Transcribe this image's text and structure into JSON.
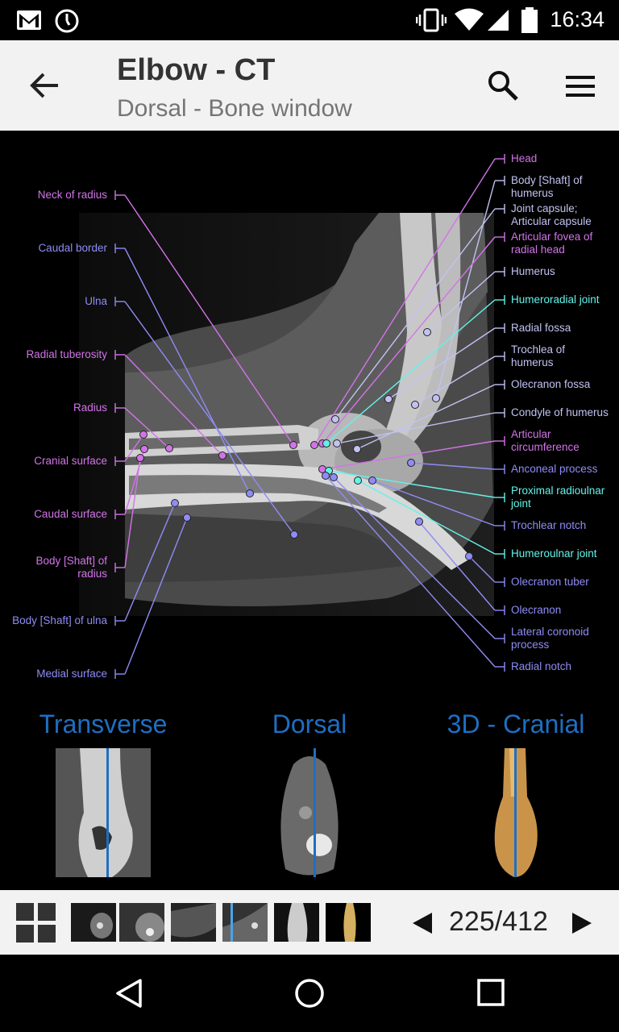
{
  "status_bar": {
    "time": "16:34",
    "icons": [
      "gmail-icon",
      "clock-icon",
      "vibrate-icon",
      "wifi-icon",
      "signal-icon",
      "battery-icon"
    ]
  },
  "header": {
    "title": "Elbow - CT",
    "subtitle": "Dorsal - Bone window",
    "back_icon": "arrow-back-icon",
    "search_icon": "search-icon",
    "menu_icon": "menu-icon"
  },
  "labels_left": [
    {
      "text": "Neck of radius"
    },
    {
      "text": "Caudal border"
    },
    {
      "text": "Ulna"
    },
    {
      "text": "Radial tuberosity"
    },
    {
      "text": "Radius"
    },
    {
      "text": "Cranial surface"
    },
    {
      "text": "Caudal surface"
    },
    {
      "text": "Body [Shaft] of\nradius"
    },
    {
      "text": "Body [Shaft] of ulna"
    },
    {
      "text": "Medial surface"
    }
  ],
  "labels_right": [
    {
      "text": "Head"
    },
    {
      "text": "Body [Shaft] of\nhumerus"
    },
    {
      "text": "Joint capsule;\nArticular capsule"
    },
    {
      "text": "Articular fovea of\nradial head"
    },
    {
      "text": "Humerus"
    },
    {
      "text": "Humeroradial joint"
    },
    {
      "text": "Radial fossa"
    },
    {
      "text": "Trochlea of\nhumerus"
    },
    {
      "text": "Olecranon fossa"
    },
    {
      "text": "Condyle of humerus"
    },
    {
      "text": "Articular\ncircumference"
    },
    {
      "text": "Anconeal process"
    },
    {
      "text": "Proximal radioulnar\njoint"
    },
    {
      "text": "Trochlear notch"
    },
    {
      "text": "Humeroulnar joint"
    },
    {
      "text": "Olecranon tuber"
    },
    {
      "text": "Olecranon"
    },
    {
      "text": "Lateral coronoid\nprocess"
    },
    {
      "text": "Radial notch"
    }
  ],
  "reference_views": [
    {
      "label": "Transverse"
    },
    {
      "label": "Dorsal"
    },
    {
      "label": "3D -  Cranial"
    }
  ],
  "bottom_bar": {
    "grid_icon": "grid-icon",
    "current": 225,
    "total": 412,
    "counter_text": "225/412",
    "prev_icon": "prev-arrow-icon",
    "next_icon": "next-arrow-icon"
  },
  "colors": {
    "purple": "#d274e8",
    "blue": "#8f8cf6",
    "lavender": "#c2c2f2",
    "cyan": "#64f2e8",
    "accent": "#1e6fc2",
    "bar_bg": "#f2f2f2"
  }
}
